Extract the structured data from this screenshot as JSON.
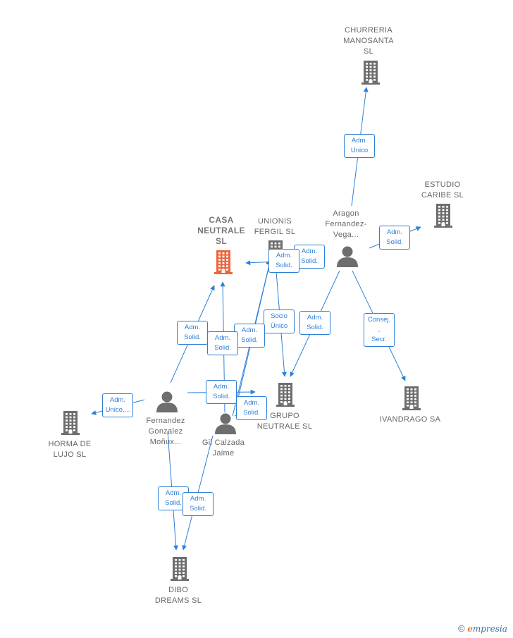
{
  "nodes": {
    "churreria": {
      "label": "CHURRERIA\nMANOSANTA\nSL",
      "kind": "company"
    },
    "estudio": {
      "label": "ESTUDIO\nCARIBE  SL",
      "kind": "company"
    },
    "casa": {
      "label": "CASA\nNEUTRALE\nSL",
      "kind": "company-focus"
    },
    "unionis": {
      "label": "UNIONIS\nFERGIL  SL",
      "kind": "company"
    },
    "aragon": {
      "label": "Aragon\nFernandez-\nVega...",
      "kind": "person"
    },
    "grupo": {
      "label": "GRUPO\nNEUTRALE  SL",
      "kind": "company"
    },
    "ivandrago": {
      "label": "IVANDRAGO SA",
      "kind": "company"
    },
    "horma": {
      "label": "HORMA DE\nLUJO  SL",
      "kind": "company"
    },
    "fernandez": {
      "label": "Fernandez\nGonzalez\nMoñux...",
      "kind": "person"
    },
    "gil": {
      "label": "Gil Calzada\nJaime",
      "kind": "person"
    },
    "dibo": {
      "label": "DIBO\nDREAMS  SL",
      "kind": "company"
    }
  },
  "edges": [
    {
      "from": "aragon",
      "to": "churreria",
      "label": "Adm.\nUnico"
    },
    {
      "from": "aragon",
      "to": "estudio",
      "label": "Adm.\nSolid."
    },
    {
      "from": "aragon",
      "to": "grupo",
      "label": "Adm.\nSolid."
    },
    {
      "from": "aragon",
      "to": "ivandrago",
      "label": "Consej. ,\nSecr."
    },
    {
      "from": "aragon",
      "to": "casa",
      "label": "Adm.\nSolid."
    },
    {
      "from": "unionis",
      "to": "grupo",
      "label": "Socio\nÚnico"
    },
    {
      "from": "fernandez",
      "to": "horma",
      "label": "Adm.\nUnico,..."
    },
    {
      "from": "fernandez",
      "to": "casa",
      "label": "Adm.\nSolid."
    },
    {
      "from": "fernandez",
      "to": "unionis",
      "label": "Adm.\nSolid."
    },
    {
      "from": "fernandez",
      "to": "grupo",
      "label": "Adm.\nSolid."
    },
    {
      "from": "fernandez",
      "to": "dibo",
      "label": "Adm.\nSolid."
    },
    {
      "from": "gil",
      "to": "casa",
      "label": "Adm.\nSolid."
    },
    {
      "from": "gil",
      "to": "grupo",
      "label": "Adm.\nSolid."
    },
    {
      "from": "gil",
      "to": "dibo",
      "label": "Adm.\nSolid."
    },
    {
      "from": "gil",
      "to": "unionis",
      "label": "Adm.\nSolid."
    }
  ],
  "footer": {
    "copyright": "©",
    "brand_initial": "e",
    "brand_rest": "mpresia"
  },
  "colors": {
    "edge": "#2e7fd8",
    "company": "#6e6e6e",
    "company_focus": "#f0643a",
    "person": "#6e6e6e"
  }
}
